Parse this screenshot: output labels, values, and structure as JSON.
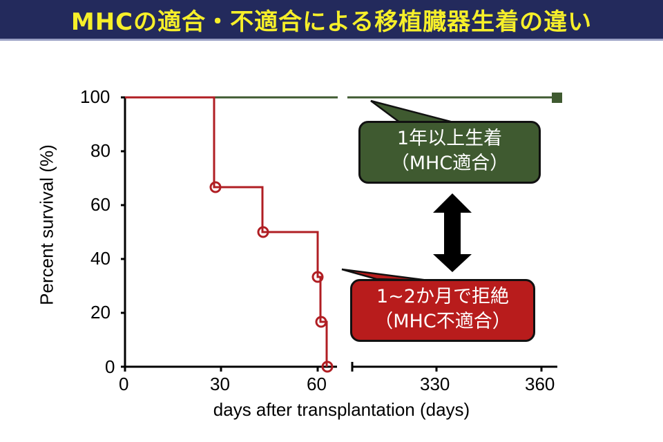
{
  "header": {
    "title": "MHCの適合・不適合による移植臓器生着の違い"
  },
  "callouts": {
    "match": {
      "line1": "1年以上生着",
      "line2": "（MHC適合）",
      "color": "#3f5a30"
    },
    "mismatch": {
      "line1": "1~2か月で拒絶",
      "line2": "（MHC不適合）",
      "color": "#b81c1c"
    }
  },
  "axes": {
    "ylabel": "Percent survival (%)",
    "xlabel": "days after transplantation (days)",
    "yticks": [
      "100",
      "80",
      "60",
      "40",
      "20",
      "0"
    ],
    "xticks": [
      "0",
      "30",
      "60",
      "330",
      "360"
    ]
  },
  "chart_data": {
    "type": "line",
    "subtype": "kaplan-meier step survival",
    "title": "MHCの適合・不適合による移植臓器生着の違い",
    "xlabel": "days after transplantation (days)",
    "ylabel": "Percent survival (%)",
    "ylim": [
      0,
      100
    ],
    "xlim_segments": [
      [
        0,
        65
      ],
      [
        300,
        365
      ]
    ],
    "x_axis_break": true,
    "xticks": [
      0,
      30,
      60,
      330,
      360
    ],
    "yticks": [
      0,
      20,
      40,
      60,
      80,
      100
    ],
    "grid": false,
    "series": [
      {
        "name": "MHC適合 (1年以上生着)",
        "color": "#3f5a30",
        "marker": "square",
        "x": [
          0,
          365
        ],
        "y": [
          100,
          100
        ]
      },
      {
        "name": "MHC不適合 (1~2か月で拒絶)",
        "color": "#b01e23",
        "marker": "open-circle",
        "x": [
          0,
          28,
          43,
          60,
          61,
          63
        ],
        "y": [
          100,
          66.7,
          50,
          33.3,
          16.7,
          0
        ]
      }
    ],
    "annotations": [
      "1年以上生着（MHC適合）",
      "1~2か月で拒絶（MHC不適合）",
      "double-headed arrow between groups"
    ]
  }
}
